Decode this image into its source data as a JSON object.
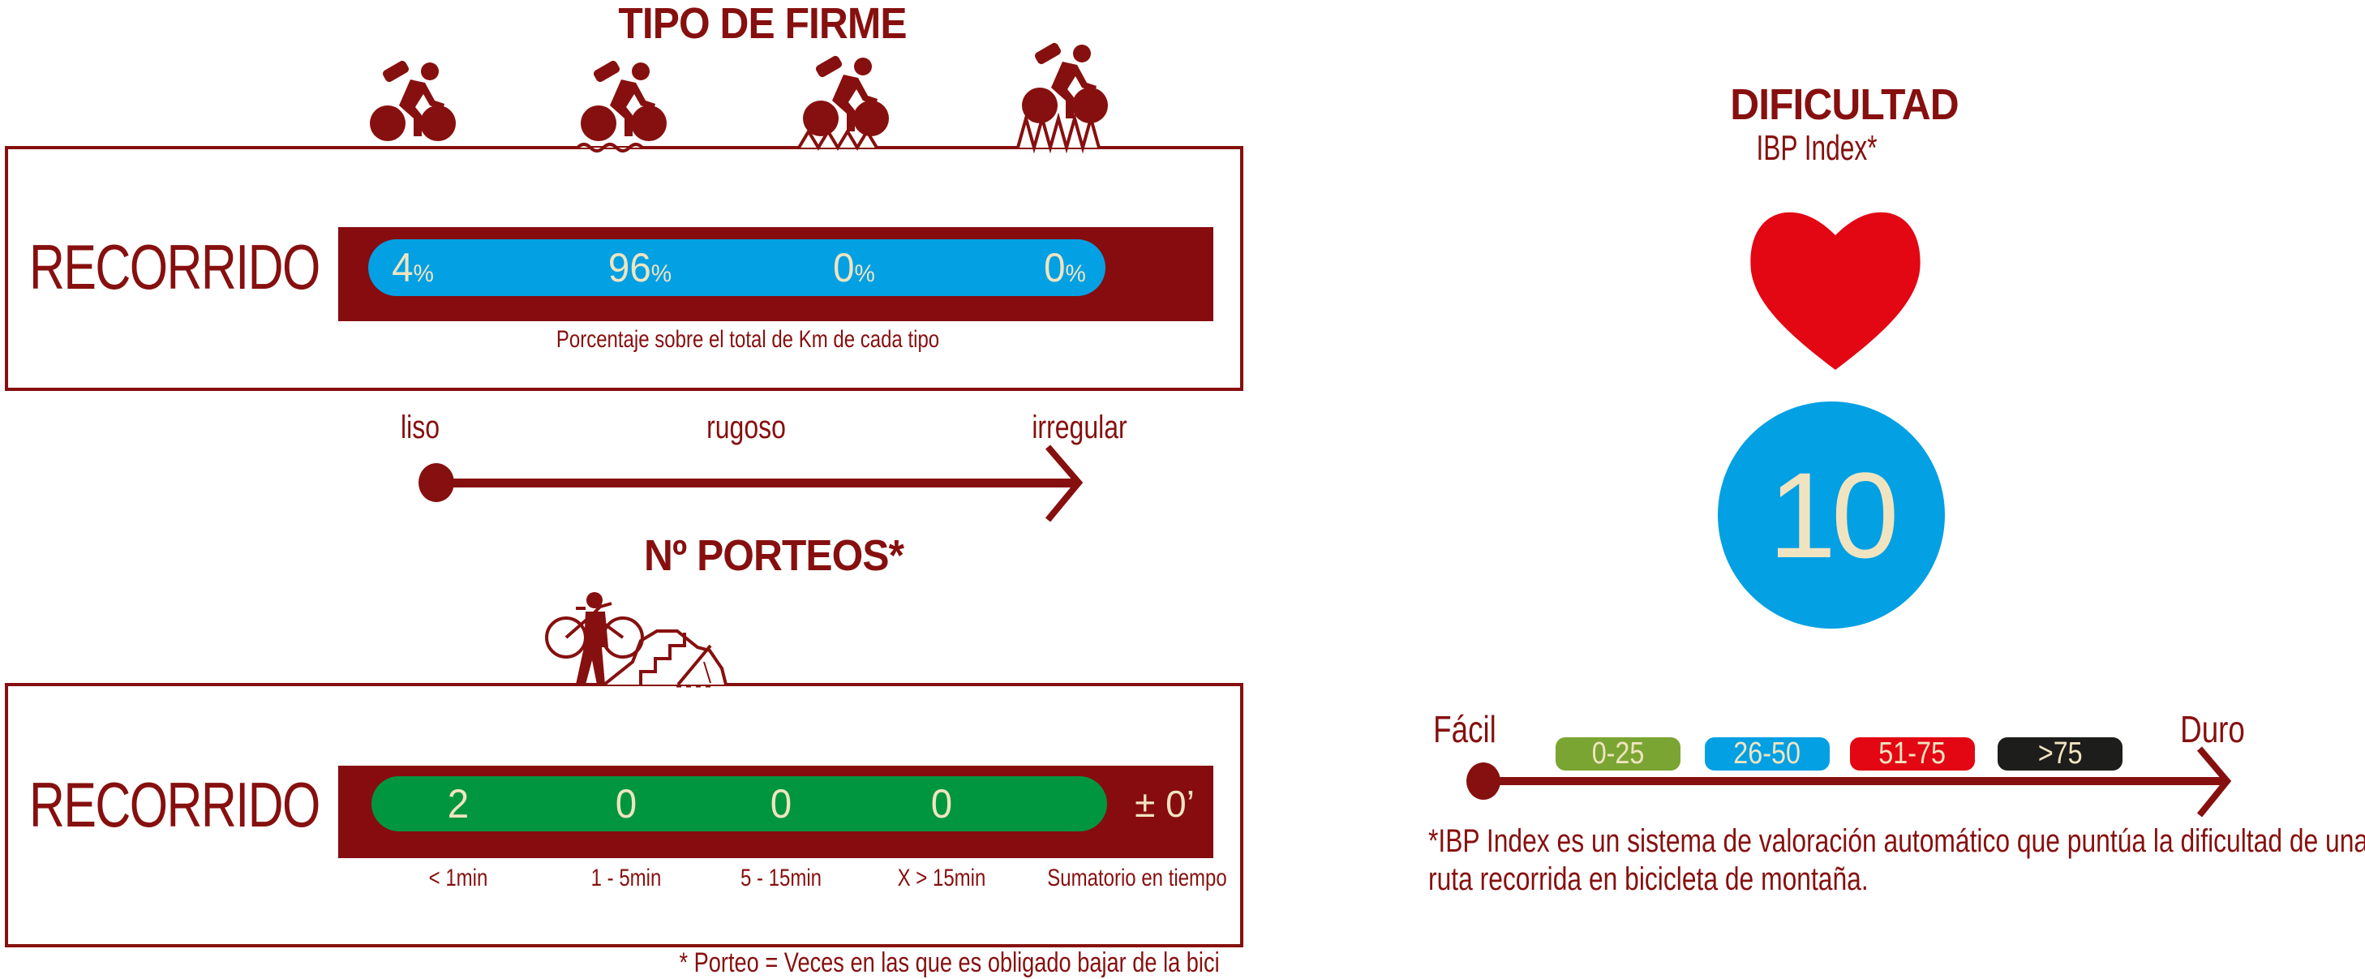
{
  "colors": {
    "brand_dark_red": "#86100f",
    "bar_blue": "#03a0e3",
    "bar_green": "#00963f",
    "cream_text": "#f0e4c0",
    "heart_red": "#e30613",
    "pill_green": "#7aa533",
    "pill_blue": "#03a0e3",
    "pill_red": "#e30613",
    "pill_black": "#1d1d1b"
  },
  "surface": {
    "title": "TIPO DE FIRME",
    "icons": [
      "cyclist-smooth-icon",
      "cyclist-rough-icon",
      "cyclist-uneven-icon",
      "cyclist-irregular-icon"
    ],
    "row_label": "RECORRIDO",
    "values": [
      {
        "number": "4",
        "unit": "%"
      },
      {
        "number": "96",
        "unit": "%"
      },
      {
        "number": "0",
        "unit": "%"
      },
      {
        "number": "0",
        "unit": "%"
      }
    ],
    "caption": "Porcentaje sobre el total de Km de cada tipo",
    "scale": {
      "start": "liso",
      "middle": "rugoso",
      "end": "irregular"
    }
  },
  "portages": {
    "title": "Nº PORTEOS*",
    "icon": "bike-carry-icon",
    "row_label": "RECORRIDO",
    "values": [
      "2",
      "0",
      "0",
      "0"
    ],
    "total": "± 0’",
    "column_labels": [
      "< 1min",
      "1 - 5min",
      "5 - 15min",
      "X > 15min",
      "Sumatorio en tiempo"
    ],
    "footnote": "* Porteo = Veces en las que es obligado bajar de la bici"
  },
  "difficulty": {
    "title": "DIFICULTAD",
    "subtitle": "IBP Index*",
    "icon": "heart-icon",
    "score": "10",
    "scale_start": "Fácil",
    "scale_end": "Duro",
    "ranges": [
      {
        "label": "0-25",
        "color": "#7aa533"
      },
      {
        "label": "26-50",
        "color": "#03a0e3"
      },
      {
        "label": "51-75",
        "color": "#e30613"
      },
      {
        "label": ">75",
        "color": "#1d1d1b"
      }
    ],
    "footnote_line1": "*IBP Index es un sistema de valoración automático que puntúa la dificultad de una",
    "footnote_line2": "ruta recorrida en bicicleta de montaña."
  }
}
